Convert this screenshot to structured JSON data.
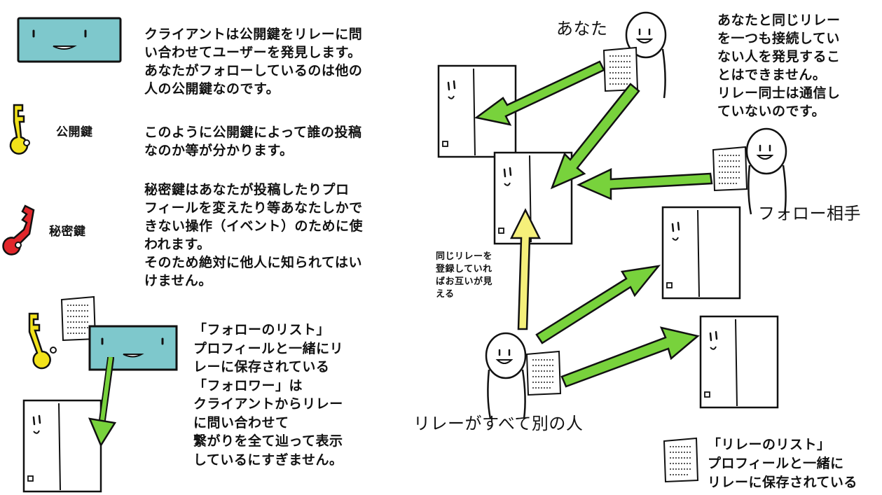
{
  "left_panel": {
    "client_desc": "クライアントは公開鍵をリレーに問\nい合わせてユーザーを発見します。\nあなたがフォローしているのは他の\n人の公開鍵なのです。",
    "pubkey_label": "公開鍵",
    "pubkey_desc": "このように公開鍵によって誰の投稿\nなのか等が分かります。",
    "seckey_label": "秘密鍵",
    "seckey_desc": "秘密鍵はあなたが投稿したりプロ\nフィールを変えたり等あなたしかで\nきない操作（イベント）のために使\nわれます。\nそのため絶対に他人に知られてはい\nけません。",
    "follow_list_desc": "「フォローのリスト」\nプロフィールと一緒にリ\nレーに保存されている\n「フォロワー」は\nクライアントからリレー\nに問い合わせて\n繋がりを全て辿って表示\nしているにすぎません。"
  },
  "right_panel": {
    "you_label": "あなた",
    "you_note": "あなたと同じリレー\nを一つも接続してい\nない人を発見するこ\nとはできません。\nリレー同士は通信し\nていないのです。",
    "followee_label": "フォロー相手",
    "same_relay_note": "同じリレーを\n登録していれ\nばお互いが見\nえる",
    "all_different_label": "リレーがすべて別の人",
    "relay_list_desc": "「リレーのリスト」\nプロフィールと一緒に\nリレーに保存されている"
  },
  "colors": {
    "client_fill": "#7ec8cc",
    "pubkey_fill": "#f2e21a",
    "seckey_fill": "#e0262b",
    "arrow_green": "#78d23c",
    "arrow_yellow": "#f5f07a",
    "outline": "#111111"
  },
  "icons": [
    "client-icon",
    "public-key-icon",
    "secret-key-icon",
    "relay-server-icon",
    "person-icon",
    "document-icon",
    "arrow-icon"
  ]
}
